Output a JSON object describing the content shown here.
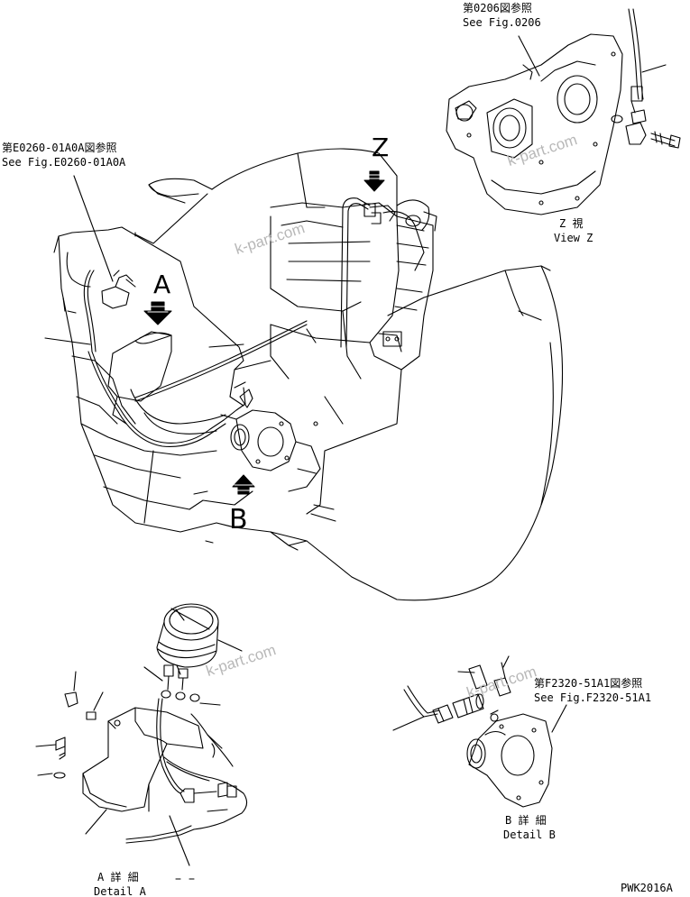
{
  "callouts": {
    "fig0206_jp": "第0206図参照",
    "fig0206_en": "See Fig.0206",
    "figE0260_jp": "第E0260-01A0A図参照",
    "figE0260_en": "See Fig.E0260-01A0A",
    "figF2320_jp": "第F2320-51A1図参照",
    "figF2320_en": "See Fig.F2320-51A1"
  },
  "views": {
    "z_letter": "Z",
    "a_letter": "A",
    "b_letter": "B",
    "view_z_jp": "Z 視",
    "view_z_en": "View Z",
    "detail_a_jp": "A 詳 細",
    "detail_a_en": "Detail A",
    "detail_b_jp": "B 詳 細",
    "detail_b_en": "Detail B"
  },
  "watermarks": [
    "k-part.com",
    "k-part.com",
    "k-part.com",
    "k-part.com"
  ],
  "drawing_number": "PWK2016A",
  "colors": {
    "line": "#000000",
    "watermark": "#b8b8b8",
    "background": "#ffffff"
  }
}
